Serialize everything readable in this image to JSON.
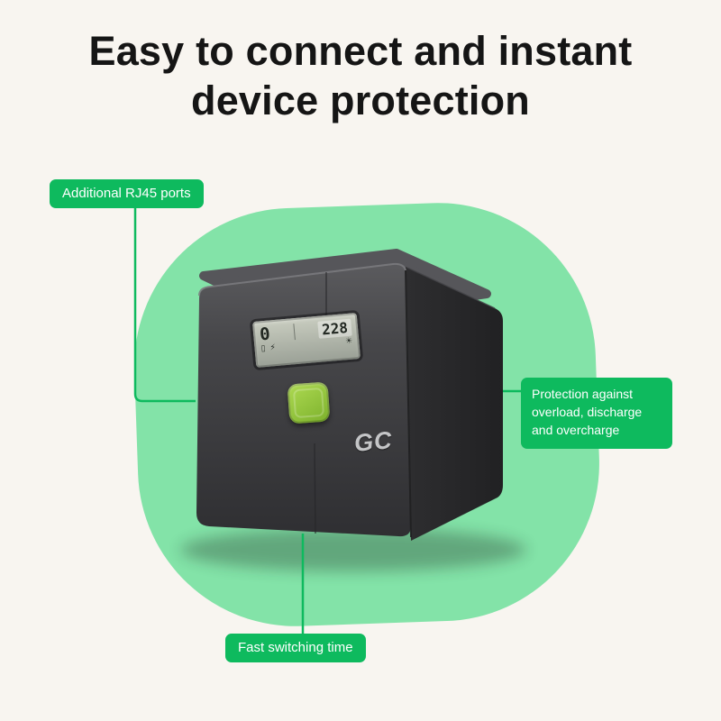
{
  "page": {
    "background_color": "#f8f5f0"
  },
  "title": {
    "line1": "Easy to connect and instant",
    "line2": "device protection"
  },
  "colors": {
    "accent_green": "#0eba5e",
    "blob_green": "#83e3a8",
    "device_body_gray": "#3c3c3f",
    "power_button_green": "#8cc63e",
    "title_text": "#151515"
  },
  "callouts": [
    {
      "id": "rj45-ports",
      "label": "Additional RJ45 ports"
    },
    {
      "id": "overload-protection",
      "label": "Protection against overload, discharge and overcharge"
    },
    {
      "id": "fast-switching",
      "label": "Fast switching time"
    }
  ],
  "device": {
    "brand": "GC",
    "lcd": {
      "left_value": "0",
      "right_value": "228",
      "icons": {
        "battery": "▯",
        "plug": "⚡",
        "bulb": "☀"
      }
    }
  }
}
